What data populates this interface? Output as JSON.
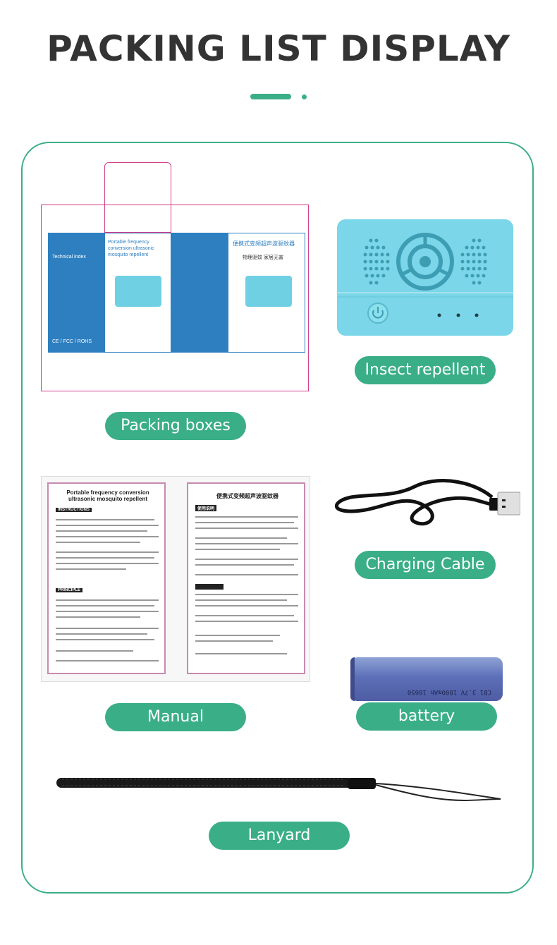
{
  "page": {
    "title": "PACKING LIST DISPLAY",
    "accent_color": "#3aae87"
  },
  "items": {
    "packing_boxes": {
      "label": "Packing boxes",
      "box_title_en": "Portable frequency conversion ultrasonic mosquito repellent",
      "box_title_cn": "便携式变频超声波驱蚊器",
      "box_slogan_cn": "物理驱蚊 家居无害",
      "box_tags": "Technical index",
      "box_cert": "CE / FCC / ROHS"
    },
    "insect_repellent": {
      "label": "Insect repellent"
    },
    "manual": {
      "label": "Manual",
      "page_en_title": "Portable frequency conversion ultrasonic mosquito repellent",
      "page_en_instructions": "INSTRUCTIONS",
      "page_en_principle": "PRINCIPLE",
      "page_cn_title": "便携式变频超声波驱蚊器",
      "page_cn_usage": "使用说明"
    },
    "charging_cable": {
      "label": "Charging Cable"
    },
    "battery": {
      "label": "battery",
      "print": "CB1 3.7V 1800mAh 18650"
    },
    "lanyard": {
      "label": "Lanyard"
    }
  }
}
